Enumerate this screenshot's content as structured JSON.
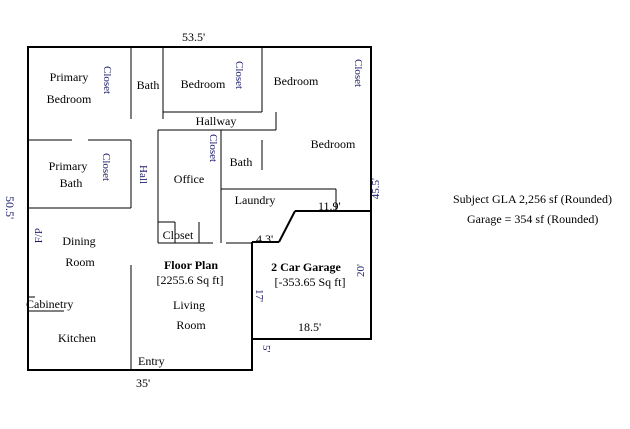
{
  "dimensions": {
    "top": "53.5'",
    "left": "50.5'",
    "right": "45.5'",
    "bottom": "35'",
    "garage_top": "11.9'",
    "garage_step": "4.3'",
    "garage_left": "17'",
    "garage_right": "20'",
    "garage_bottom": "18.5'",
    "entry_offset": "5'"
  },
  "rooms": {
    "primary_bedroom": [
      "Primary",
      "Bedroom"
    ],
    "closet": "Closet",
    "bath": "Bath",
    "bedroom": "Bedroom",
    "hallway": "Hallway",
    "primary_bath": [
      "Primary",
      "Bath"
    ],
    "hall": "Hall",
    "office": "Office",
    "laundry": "Laundry",
    "fp": "F/P",
    "dining_room": [
      "Dining",
      "Room"
    ],
    "cabinetry": "Cabinetry",
    "kitchen": "Kitchen",
    "living_room": [
      "Living",
      "Room"
    ],
    "entry": "Entry"
  },
  "floor_plan": {
    "title": "Floor Plan",
    "area": "[2255.6 Sq ft]"
  },
  "garage": {
    "title": "2 Car Garage",
    "area": "[-353.65 Sq ft]"
  },
  "summary": {
    "gla": "Subject GLA 2,256 sf (Rounded)",
    "garage": "Garage = 354 sf (Rounded)"
  },
  "colors": {
    "walls": "#000000",
    "closet_text": "#1e1e6e"
  }
}
